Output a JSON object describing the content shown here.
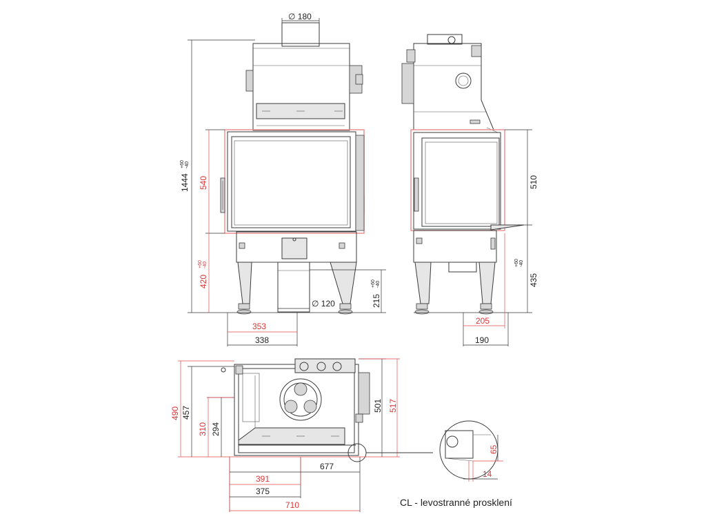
{
  "caption": "CL - levostranné prosklení",
  "front_view": {
    "flue_diameter": "∅ 180",
    "height_total": "1444",
    "height_total_tol_plus": "+60",
    "height_total_tol_minus": "-40",
    "door_height": "540",
    "base_height": "420",
    "base_tol_plus": "+60",
    "base_tol_minus": "-40",
    "air_inlet_height": "215",
    "air_tol_plus": "+60",
    "air_tol_minus": "-40",
    "air_inlet_diameter": "∅ 120",
    "width_red": "353",
    "width_black": "338"
  },
  "side_view": {
    "door_height": "510",
    "base_height": "435",
    "base_tol_plus": "+60",
    "base_tol_minus": "-40",
    "depth_red": "205",
    "depth_black": "190"
  },
  "plan_view": {
    "depth_red_left": "490",
    "depth_black_left": "457",
    "inner_red": "310",
    "inner_black": "294",
    "depth_black_right": "501",
    "depth_red_right": "517",
    "width_677": "677",
    "width_391": "391",
    "width_375": "375",
    "width_710": "710"
  },
  "detail": {
    "height": "65",
    "offset": "14"
  }
}
